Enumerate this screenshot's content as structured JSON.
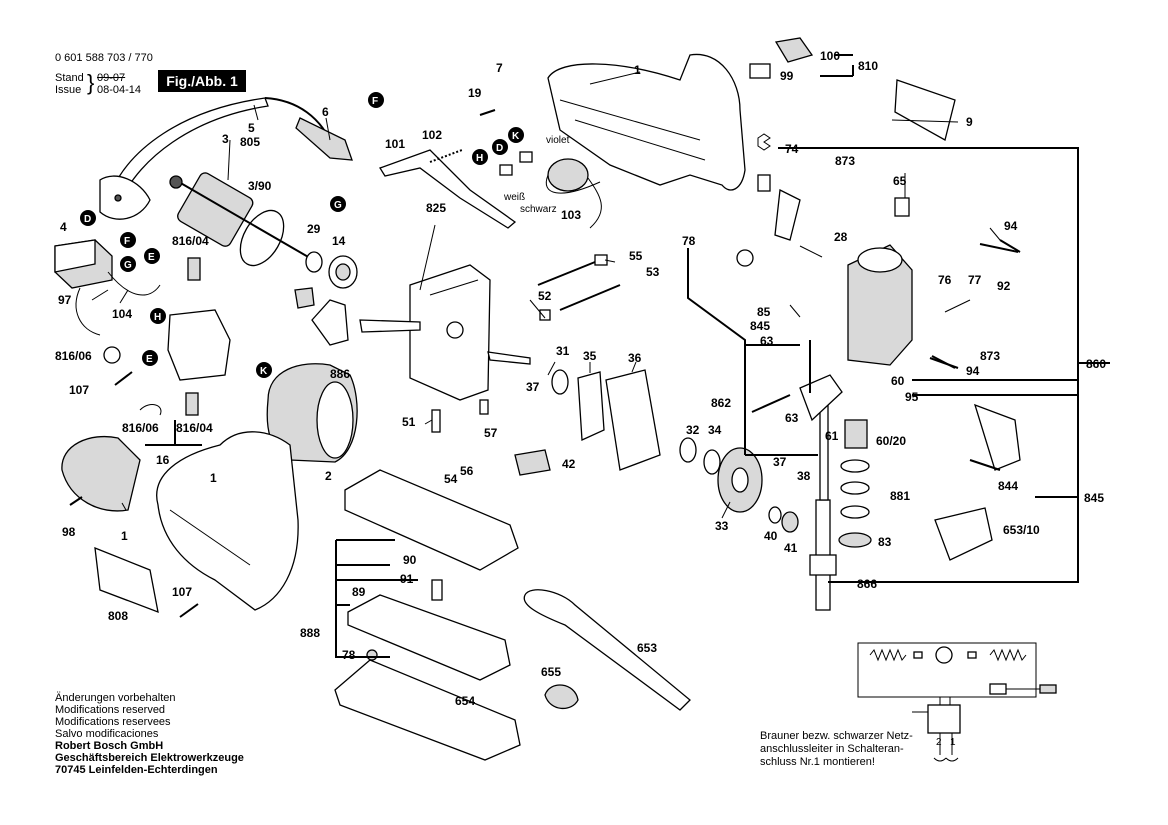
{
  "header": {
    "part_number": "0 601 588 703 / 770",
    "stand_label": "Stand",
    "issue_label": "Issue",
    "stand_value": "09-07",
    "issue_value": "08-04-14",
    "figure_label": "Fig./Abb. 1"
  },
  "notes": [
    "Änderungen vorbehalten",
    "Modifications reserved",
    "Modifications reservees",
    "Salvo modificaciones",
    "Robert Bosch GmbH",
    "Geschäftsbereich Elektrowerkzeuge",
    "70745 Leinfelden-Echterdingen"
  ],
  "wiring_note": [
    "Brauner bezw. schwarzer Netz-",
    "anschlussleiter in Schalteran-",
    "schluss Nr.1 montieren!"
  ],
  "wiring_labels": {
    "t2": "2",
    "t1": "1"
  },
  "wire_labels": {
    "violet": "violet",
    "weiss": "weiß",
    "schwarz": "schwarz"
  },
  "callouts": {
    "c1": "1",
    "c1b": "1",
    "c1c": "1",
    "c2": "2",
    "c3": "3",
    "c390": "3/90",
    "c4": "4",
    "c5": "5",
    "c6": "6",
    "c7": "7",
    "c9": "9",
    "c14": "14",
    "c16": "16",
    "c19": "19",
    "c28": "28",
    "c29": "29",
    "c31": "31",
    "c32": "32",
    "c33": "33",
    "c34": "34",
    "c35": "35",
    "c36": "36",
    "c37a": "37",
    "c37b": "37",
    "c38": "38",
    "c40": "40",
    "c41": "41",
    "c42": "42",
    "c51": "51",
    "c52": "52",
    "c53": "53",
    "c54": "54",
    "c55": "55",
    "c56": "56",
    "c57": "57",
    "c60": "60",
    "c6020": "60/20",
    "c61": "61",
    "c63a": "63",
    "c63b": "63",
    "c65": "65",
    "c74": "74",
    "c76": "76",
    "c77": "77",
    "c78a": "78",
    "c78b": "78",
    "c83": "83",
    "c85": "85",
    "c89": "89",
    "c90": "90",
    "c91": "91",
    "c92": "92",
    "c94a": "94",
    "c94b": "94",
    "c95": "95",
    "c97": "97",
    "c98": "98",
    "c99": "99",
    "c100": "100",
    "c101": "101",
    "c102": "102",
    "c103": "103",
    "c104": "104",
    "c107a": "107",
    "c107b": "107",
    "c653": "653",
    "c65310": "653/10",
    "c654": "654",
    "c655": "655",
    "c805": "805",
    "c808": "808",
    "c810": "810",
    "c81604a": "816/04",
    "c81604b": "816/04",
    "c81606a": "816/06",
    "c81606b": "816/06",
    "c825": "825",
    "c844": "844",
    "c845a": "845",
    "c845b": "845",
    "c860": "860",
    "c862": "862",
    "c866": "866",
    "c873a": "873",
    "c873b": "873",
    "c881": "881",
    "c886": "886",
    "c888": "888"
  },
  "markers": {
    "mF1": "F",
    "mG1": "G",
    "mD1": "D",
    "mF2": "F",
    "mG2": "G",
    "mE1": "E",
    "mH1": "H",
    "mE2": "E",
    "mK1": "K",
    "mK2": "K",
    "mD2": "D",
    "mH2": "H"
  }
}
